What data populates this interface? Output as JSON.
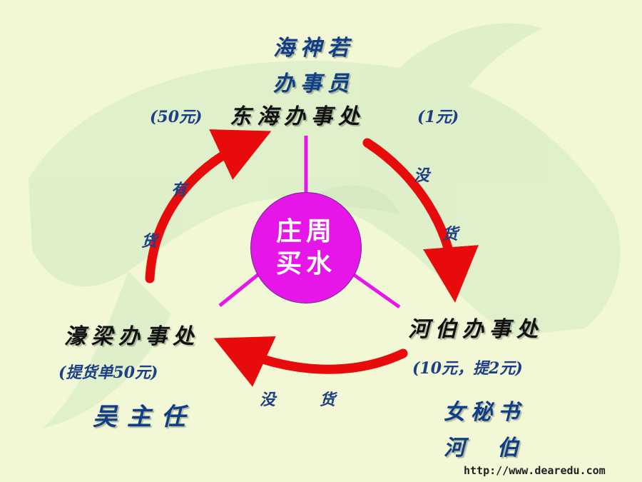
{
  "top": {
    "person_line1": "海神若",
    "person_line2": "办事员",
    "office": "东海办事处",
    "left_note": "(50元)",
    "right_note": "(1元)"
  },
  "center": {
    "line1": "庄周",
    "line2": "买水"
  },
  "left": {
    "office": "濠梁办事处",
    "note": "(提货单50元)",
    "person": "吴主任"
  },
  "right": {
    "office": "河伯办事处",
    "note": "(10元，提2元)",
    "person_line1": "女秘书",
    "person_line2": "河  伯"
  },
  "arrows": {
    "left_label_1": "有",
    "left_label_2": "货",
    "right_label_1": "没",
    "right_label_2": "货",
    "bottom_label_1": "没",
    "bottom_label_2": "货"
  },
  "watermark": "http://www.dearedu.com",
  "colors": {
    "arrow": "#e80b0b",
    "connector": "#e616e8",
    "circle": "#e616e8",
    "text_blue": "#0e3f86"
  }
}
